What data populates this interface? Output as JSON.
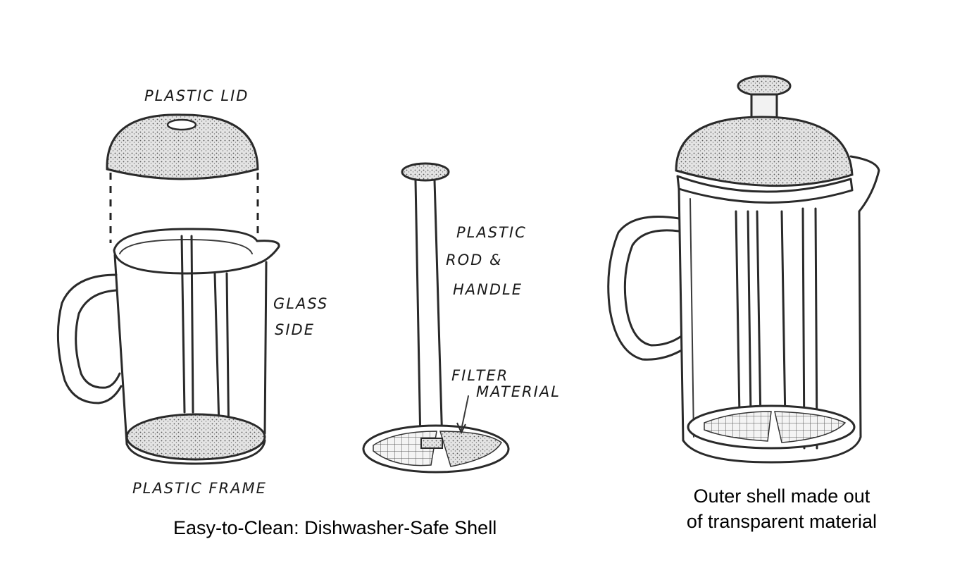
{
  "labels": {
    "plastic_lid": "PLASTIC LID",
    "plastic_frame": "PLASTIC FRAME",
    "glass_side_line1": "GLASS",
    "glass_side_line2": "SIDE",
    "plastic_rod_line1": "PLASTIC",
    "plastic_rod_line2": "ROD  &",
    "plastic_rod_line3": "HANDLE",
    "filter_line1": "FILTER",
    "filter_line2": "MATERIAL"
  },
  "captions": {
    "bottom": "Easy-to-Clean: Dishwasher-Safe Shell",
    "right_line1": "Outer shell made out",
    "right_line2": "of transparent material"
  }
}
